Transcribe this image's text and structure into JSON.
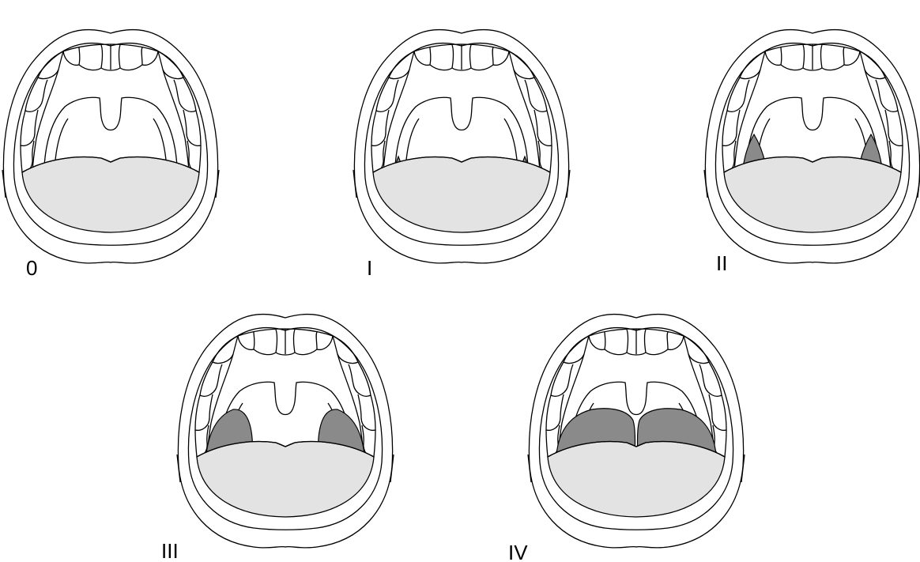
{
  "figure": {
    "panels": [
      {
        "grade": "0",
        "tonsil_size": 0
      },
      {
        "grade": "I",
        "tonsil_size": 1
      },
      {
        "grade": "II",
        "tonsil_size": 2
      },
      {
        "grade": "III",
        "tonsil_size": 3
      },
      {
        "grade": "IV",
        "tonsil_size": 4
      }
    ],
    "colors": {
      "outline": "#000000",
      "tongue": "#e3e3e3",
      "tonsil": "#8a8a8a",
      "background": "#ffffff"
    }
  }
}
